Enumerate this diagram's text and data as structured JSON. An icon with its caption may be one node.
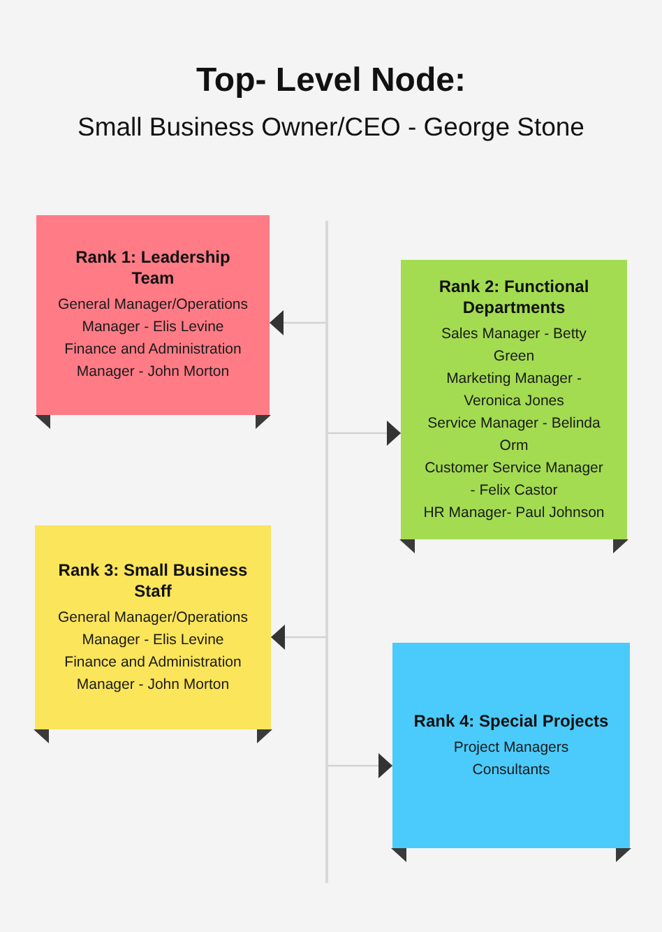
{
  "diagram": {
    "title": "Top- Level Node:",
    "nodes": [
      {
        "text": [
          "Rank 1: Leadership Team",
          "General Manager/Operations Manager - Elis Levine",
          "Finance and Administration Manager - John Morton"
        ]
      },
      {
        "text": [
          "Rank 2: Functional Departments",
          "Sales Manager - Betty Green",
          "Marketing Manager - Veronica Jones",
          "Service Manager - Belinda Orm",
          "Customer Service Manager - Felix Castor",
          "HR Manager- Paul Johnson"
        ]
      },
      {
        "text": [
          "Rank 3: Small Business Staff",
          "General Manager/Operations Manager - Elis Levine",
          "Finance and Administration Manager - John Morton"
        ]
      },
      {
        "text": [
          "Rank 4: Special Projects",
          "Project Managers",
          "Consultants"
        ]
      },
      {
        "text": [],
        "shape": "bar"
      }
    ],
    "edges": [
      {
        "from": 4,
        "to": 0,
        "arrow": "to"
      },
      {
        "from": 4,
        "to": 1,
        "arrow": "to"
      },
      {
        "from": 4,
        "to": 2,
        "arrow": "to"
      },
      {
        "from": 4,
        "to": 3,
        "arrow": "to"
      }
    ],
    "labels": [
      "Small Business Owner/CEO - George Stone"
    ]
  }
}
